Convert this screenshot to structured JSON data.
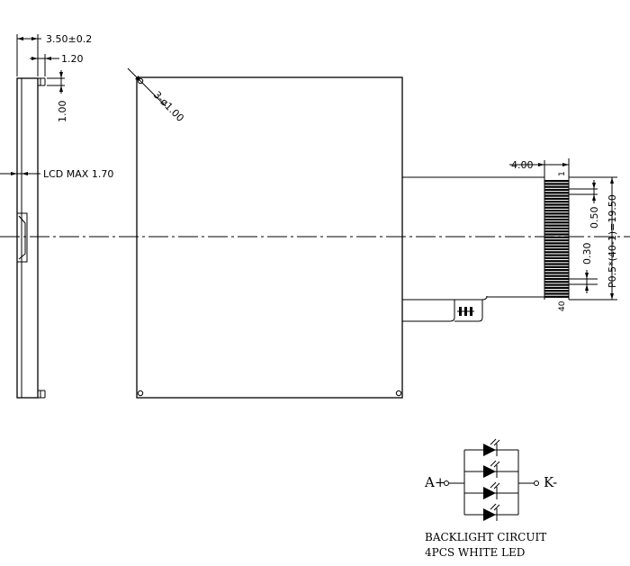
{
  "dimensions": {
    "thickness": "3.50±0.2",
    "side_offset": "1.20",
    "side_height": "1.00",
    "lcd_max": "LCD MAX 1.70",
    "holes": "3-ø1.00",
    "fpc_width": "4.00",
    "pin_first": "1",
    "pin_last": "40",
    "pad_width": "0.30",
    "pad_pitch": "0.50",
    "total_pitch": "P0.5*(40-1)=19.50"
  },
  "backlight": {
    "anode": "A+",
    "cathode": "K-",
    "led_count": 4,
    "title_line1": "BACKLIGHT CIRCUIT",
    "title_line2": "4PCS WHITE LED"
  }
}
